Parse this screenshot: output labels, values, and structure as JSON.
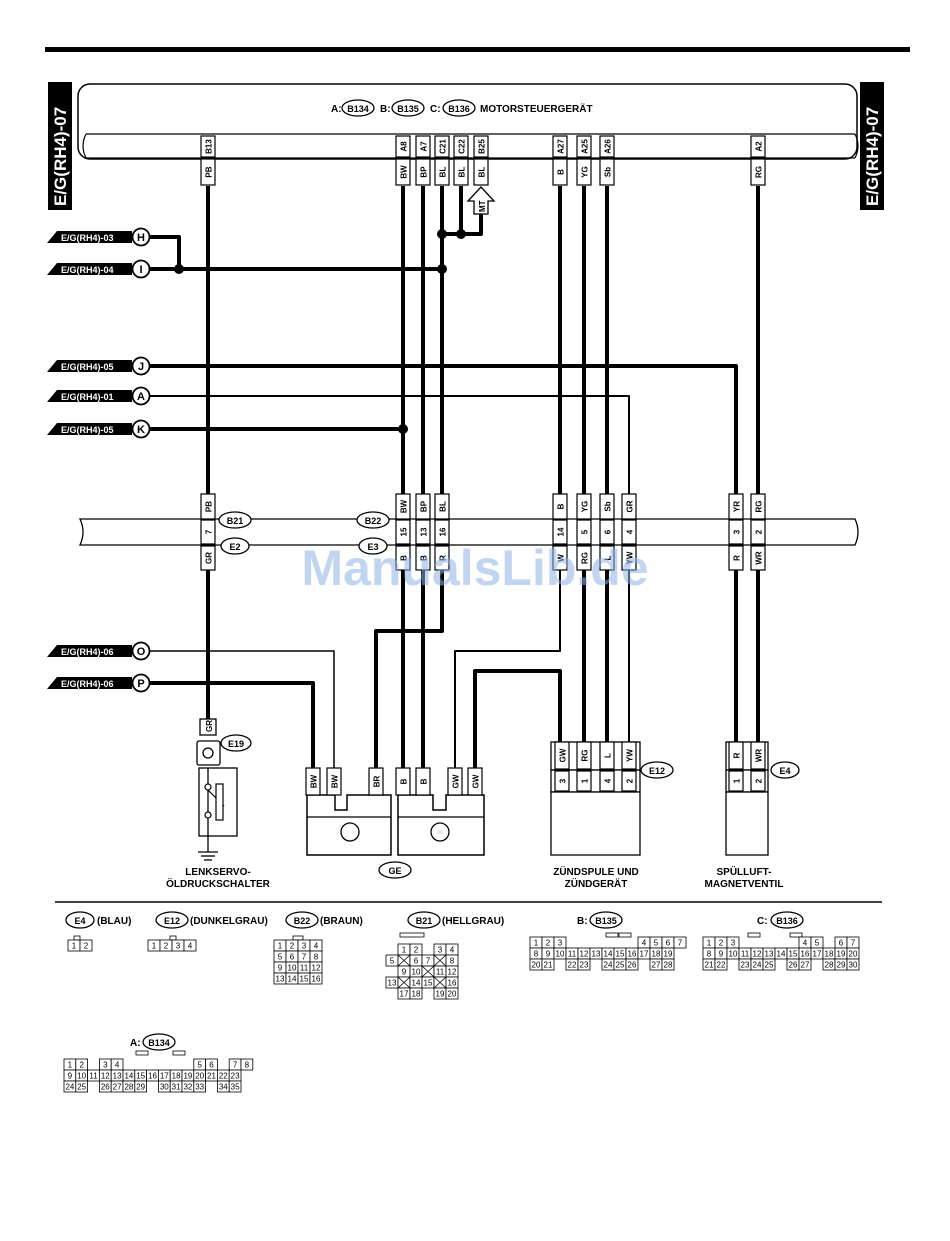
{
  "side_label": "E/G(RH4)-07",
  "ecm": {
    "prefix_a": "A:",
    "conn_a": "B134",
    "prefix_b": "B:",
    "conn_b": "B135",
    "prefix_c": "C:",
    "conn_c": "B136",
    "title": "MOTORSTEUERGERÄT",
    "pins": [
      {
        "pin": "B13",
        "color": "PB"
      },
      {
        "pin": "A8",
        "color": "BW"
      },
      {
        "pin": "A7",
        "color": "BP"
      },
      {
        "pin": "C21",
        "color": "BL"
      },
      {
        "pin": "C22",
        "color": "BL"
      },
      {
        "pin": "B25",
        "color": "BL"
      },
      {
        "pin": "A27",
        "color": "B"
      },
      {
        "pin": "A25",
        "color": "YG"
      },
      {
        "pin": "A26",
        "color": "Sb"
      },
      {
        "pin": "A2",
        "color": "RG"
      }
    ],
    "mt_label": "MT"
  },
  "references": [
    {
      "text": "E/G(RH4)-03",
      "letter": "H"
    },
    {
      "text": "E/G(RH4)-04",
      "letter": "I"
    },
    {
      "text": "E/G(RH4)-05",
      "letter": "J"
    },
    {
      "text": "E/G(RH4)-01",
      "letter": "A"
    },
    {
      "text": "E/G(RH4)-05",
      "letter": "K"
    },
    {
      "text": "E/G(RH4)-06",
      "letter": "O"
    },
    {
      "text": "E/G(RH4)-06",
      "letter": "P"
    }
  ],
  "bar": {
    "b21": "B21",
    "e2": "E2",
    "b22": "B22",
    "e3": "E3",
    "upper": [
      {
        "color": "PB",
        "pin": "7"
      },
      {
        "color": "BW",
        "pin": "15"
      },
      {
        "color": "BP",
        "pin": "13"
      },
      {
        "color": "BL",
        "pin": "16"
      },
      {
        "color": "B",
        "pin": "14"
      },
      {
        "color": "YG",
        "pin": "5"
      },
      {
        "color": "Sb",
        "pin": "6"
      },
      {
        "color": "GR",
        "pin": "4"
      },
      {
        "color": "YR",
        "pin": "3"
      },
      {
        "color": "RG",
        "pin": "2"
      }
    ],
    "lower": [
      "GR",
      "B",
      "B",
      "R",
      "W",
      "RG",
      "L",
      "YW",
      "R",
      "WR"
    ]
  },
  "components": {
    "e19": {
      "id": "E19",
      "wire": "GR",
      "name_line1": "LENKSERVO-",
      "name_line2": "ÖLDRUCKSCHALTER"
    },
    "ge": {
      "id": "GE",
      "wires": [
        "BW",
        "BW",
        "BR",
        "B",
        "B",
        "GW",
        "GW"
      ]
    },
    "e12": {
      "id": "E12",
      "wires": [
        "GW",
        "RG",
        "L",
        "YW"
      ],
      "pins": [
        "3",
        "1",
        "4",
        "2"
      ],
      "name_line1": "ZÜNDSPULE UND",
      "name_line2": "ZÜNDGERÄT"
    },
    "e4": {
      "id": "E4",
      "wires": [
        "R",
        "WR"
      ],
      "pins": [
        "1",
        "2"
      ],
      "name_line1": "SPÜLLUFT-",
      "name_line2": "MAGNETVENTIL"
    }
  },
  "legend": {
    "e4": {
      "id": "E4",
      "desc": "(BLAU)"
    },
    "e12": {
      "id": "E12",
      "desc": "(DUNKELGRAU)"
    },
    "b22": {
      "id": "B22",
      "desc": "(BRAUN)"
    },
    "b21": {
      "id": "B21",
      "desc": "(HELLGRAU)"
    },
    "b135": {
      "prefix": "B:",
      "id": "B135"
    },
    "b136": {
      "prefix": "C:",
      "id": "B136"
    },
    "b134": {
      "prefix": "A:",
      "id": "B134"
    }
  },
  "watermark": "ManualsLib.de"
}
